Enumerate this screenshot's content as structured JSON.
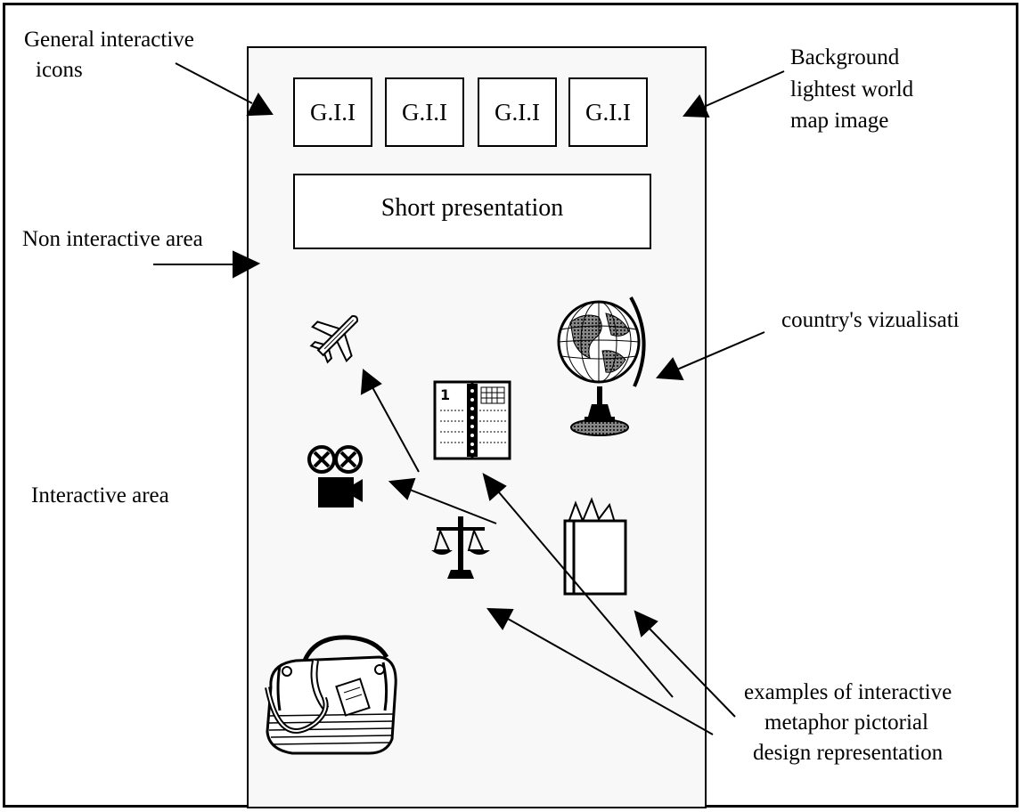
{
  "gii_buttons": [
    "G.I.I",
    "G.I.I",
    "G.I.I",
    "G.I.I"
  ],
  "short_presentation": "Short presentation",
  "annotations": {
    "general_icons": [
      "General interactive",
      "icons"
    ],
    "background": [
      "Background",
      "lightest world",
      "map image"
    ],
    "non_interactive": "Non interactive area",
    "country_vis": "country's vizualisati",
    "interactive": "Interactive area",
    "examples": [
      "examples of interactive",
      "metaphor pictorial",
      "design representation"
    ]
  },
  "icons": [
    "airplane-icon",
    "agenda-icon",
    "globe-icon",
    "film-camera-icon",
    "scales-icon",
    "book-icon",
    "travel-bag-icon"
  ]
}
